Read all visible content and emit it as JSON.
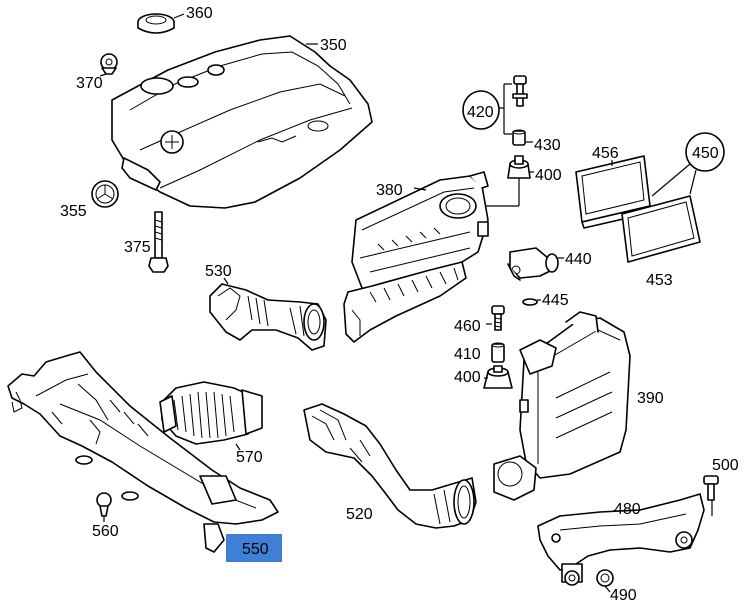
{
  "diagram": {
    "labels": {
      "p360": "360",
      "p350": "350",
      "p370": "370",
      "p355": "355",
      "p375": "375",
      "p380": "380",
      "p420": "420",
      "p430": "430",
      "p400a": "400",
      "p456": "456",
      "p450": "450",
      "p453": "453",
      "p440": "440",
      "p445": "445",
      "p530": "530",
      "p460": "460",
      "p410": "410",
      "p400b": "400",
      "p390": "390",
      "p570": "570",
      "p560": "560",
      "p550": "550",
      "p520": "520",
      "p500": "500",
      "p480": "480",
      "p490": "490"
    },
    "highlight": {
      "label": "550",
      "color": "#3f7fd6"
    }
  }
}
